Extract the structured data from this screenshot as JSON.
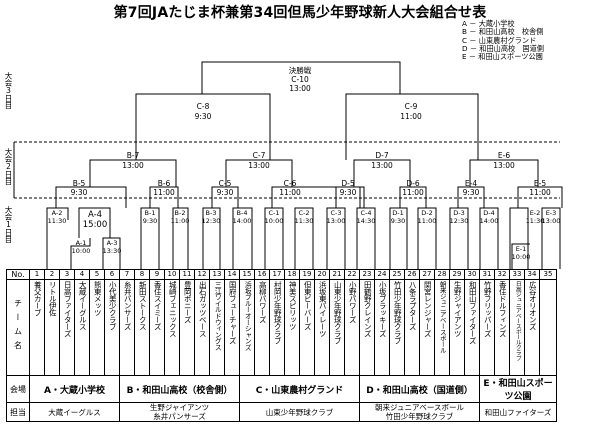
{
  "title": "第7回JAたじま杯兼第34回但馬少年野球新人大会組合せ表",
  "venues_legend": [
    "A － 大蔵小学校",
    "B － 和田山高校　校舎側",
    "C － 山東農村グランド",
    "D － 和田山高校　国道側",
    "E － 和田山スポーツ公園"
  ],
  "day_labels": {
    "day3": "大会3日目",
    "day2": "大会2日目",
    "day1": "大会1日目"
  },
  "final": {
    "label": "決勝戦",
    "code": "C-10",
    "time": "13:00"
  },
  "semifinals": [
    {
      "code": "C-8",
      "time": "9:30"
    },
    {
      "code": "C-9",
      "time": "11:00"
    }
  ],
  "quarterfinals": [
    {
      "code": "B-7",
      "time": "13:00"
    },
    {
      "code": "C-7",
      "time": "13:00"
    },
    {
      "code": "D-7",
      "time": "13:00"
    },
    {
      "code": "E-6",
      "time": "13:00"
    }
  ],
  "round_of_16": [
    {
      "code": "B-5",
      "time": "9:30"
    },
    {
      "code": "B-6",
      "time": "11:00"
    },
    {
      "code": "C-5",
      "time": "9:30"
    },
    {
      "code": "C-6",
      "time": "11:00"
    },
    {
      "code": "D-5",
      "time": "9:30"
    },
    {
      "code": "D-6",
      "time": "11:00"
    },
    {
      "code": "E-4",
      "time": "9:30"
    },
    {
      "code": "E-5",
      "time": "11:00"
    }
  ],
  "day1_matches": [
    {
      "code": "A-2",
      "time": "11:30"
    },
    {
      "code": "A-4",
      "time": "15:00"
    },
    {
      "code": "A-1",
      "time": "10:00"
    },
    {
      "code": "A-3",
      "time": "13:30"
    },
    {
      "code": "B-1",
      "time": "9:30"
    },
    {
      "code": "B-2",
      "time": "11:00"
    },
    {
      "code": "B-3",
      "time": "12:30"
    },
    {
      "code": "B-4",
      "time": "14:00"
    },
    {
      "code": "C-1",
      "time": "10:00"
    },
    {
      "code": "C-2",
      "time": "11:30"
    },
    {
      "code": "C-3",
      "time": "13:00"
    },
    {
      "code": "C-4",
      "time": "14:30"
    },
    {
      "code": "D-1",
      "time": "9:30"
    },
    {
      "code": "D-2",
      "time": "11:00"
    },
    {
      "code": "D-3",
      "time": "12:30"
    },
    {
      "code": "D-4",
      "time": "14:00"
    },
    {
      "code": "E-2",
      "time": "11:30"
    },
    {
      "code": "E-1",
      "time": "10:00"
    },
    {
      "code": "E-3",
      "time": "13:00"
    }
  ],
  "table": {
    "no_label": "No.",
    "team_label": "チーム名",
    "venue_label": "会場",
    "charge_label": "担当",
    "numbers": [
      "1",
      "2",
      "3",
      "4",
      "5",
      "6",
      "7",
      "8",
      "9",
      "10",
      "11",
      "12",
      "13",
      "14",
      "15",
      "16",
      "17",
      "18",
      "19",
      "20",
      "21",
      "22",
      "23",
      "24",
      "25",
      "26",
      "27",
      "28",
      "29",
      "30",
      "31",
      "32",
      "33",
      "34",
      "35"
    ],
    "teams": [
      "養父カーブ",
      "リトル伊佐",
      "日高ファイターズ",
      "大蔵イーグルス",
      "熊東メッツ",
      "小代美少クラブ",
      "糸井パンサーズ",
      "新田ストークス",
      "香住スイミーズ",
      "城崎フェニックス",
      "豊岡ボニーズ",
      "出石ガッツベース",
      "三江ワイルドウィングス",
      "国府フューチャーズ",
      "浜坂ブルーオーシャンズ",
      "高柳パワーズ",
      "村岡少年野球クラブ",
      "神美スピリッツ",
      "但東ビーバーズ",
      "浜坂東パイレーツ",
      "山東少年野球クラブ",
      "小野パワーズ",
      "田鶴野クレインズ",
      "小坂ブラッキーズ",
      "竹田少年野球クラブ",
      "八条ラプターズ",
      "関宮レンジャーズ",
      "朝来ジュニアベースボール",
      "生野ジャイアンツ",
      "和田山ファイターズ",
      "竹野フリッパーズ",
      "香住ドルフィンズ",
      "日高ジュニアベースボールクラブ",
      "広谷オリオンズ",
      ""
    ],
    "venues": [
      "A・大蔵小学校",
      "B・和田山高校（校舎側）",
      "C・山東農村グランド",
      "D・和田山高校（国道側）",
      "E・和田山スポーツ公園"
    ],
    "charges": {
      "A": "大蔵イーグルス",
      "B1": "生野ジャイアンツ",
      "B2": "糸井パンサーズ",
      "C": "山東少年野球クラブ",
      "D1": "朝来ジュニアベースボール",
      "D2": "竹田少年野球クラブ",
      "E": "和田山ファイターズ"
    }
  }
}
